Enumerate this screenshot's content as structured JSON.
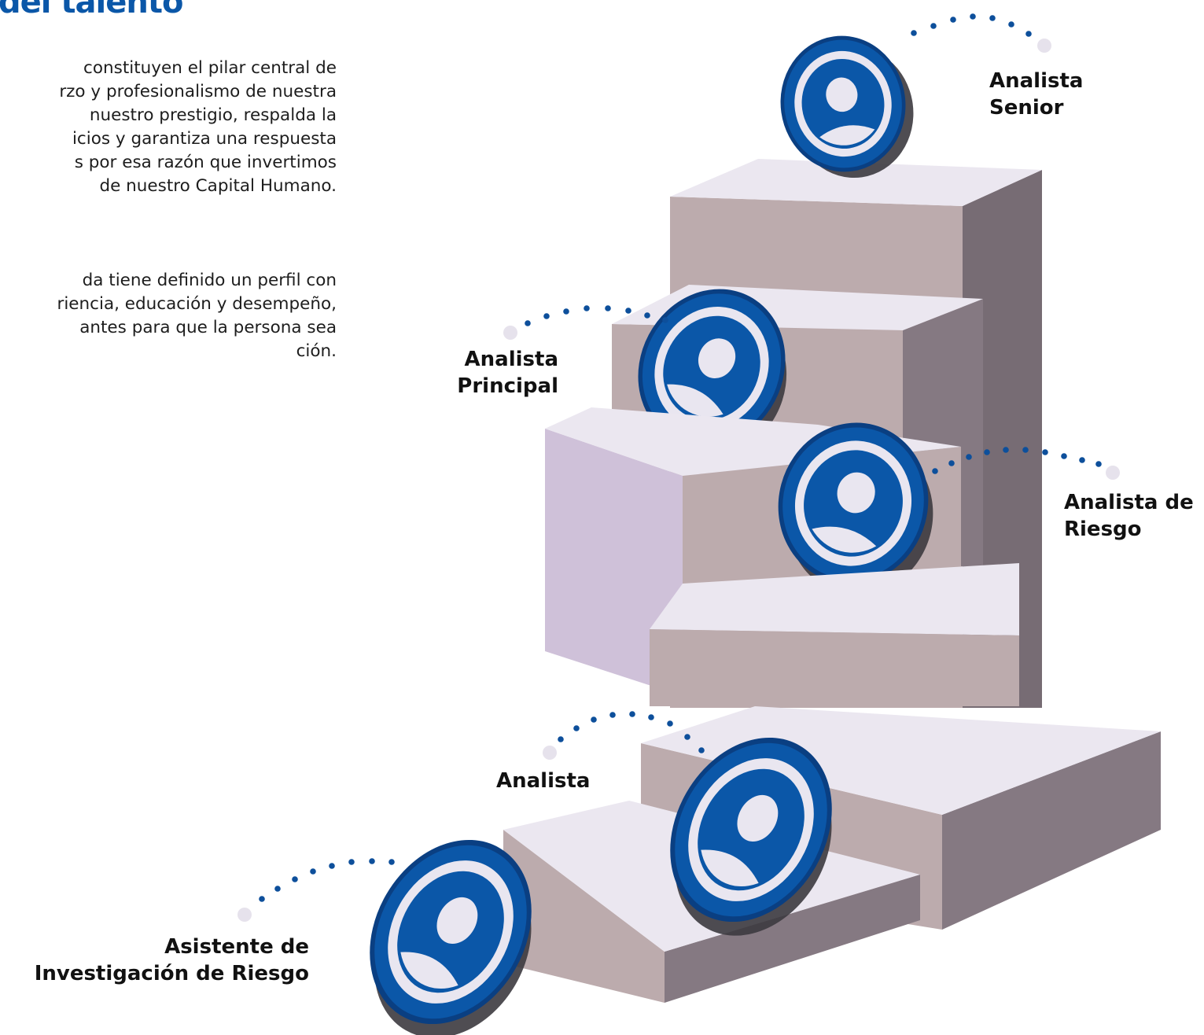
{
  "heading": "del talento",
  "intro_lines": [
    "constituyen el pilar central de",
    "rzo y profesionalismo de nuestra",
    "nuestro prestigio, respalda la",
    "icios y garantiza una respuesta",
    "s por esa razón que invertimos",
    "de nuestro Capital Humano."
  ],
  "profile_lines": [
    "da tiene definido un perfil con",
    "riencia, educación y desempeño,",
    "antes para que la persona sea",
    "ción."
  ],
  "career_levels": [
    {
      "line1": "Asistente de",
      "line2": "Investigación de Riesgo"
    },
    {
      "line1": "Analista",
      "line2": ""
    },
    {
      "line1": "Analista de",
      "line2": "Riesgo"
    },
    {
      "line1": "Analista",
      "line2": "Principal"
    },
    {
      "line1": "Analista",
      "line2": "Senior"
    }
  ],
  "colors": {
    "brand_blue": "#0b57a8",
    "dot_blue": "#0d4f9b",
    "avatar_fill": "#e9e6f0",
    "step_top": "#ebe7f0",
    "step_front": "#bcabad",
    "step_side": "#857982",
    "step_lilac": "#cfc1d9"
  },
  "icon": "user-avatar-coin-icon"
}
